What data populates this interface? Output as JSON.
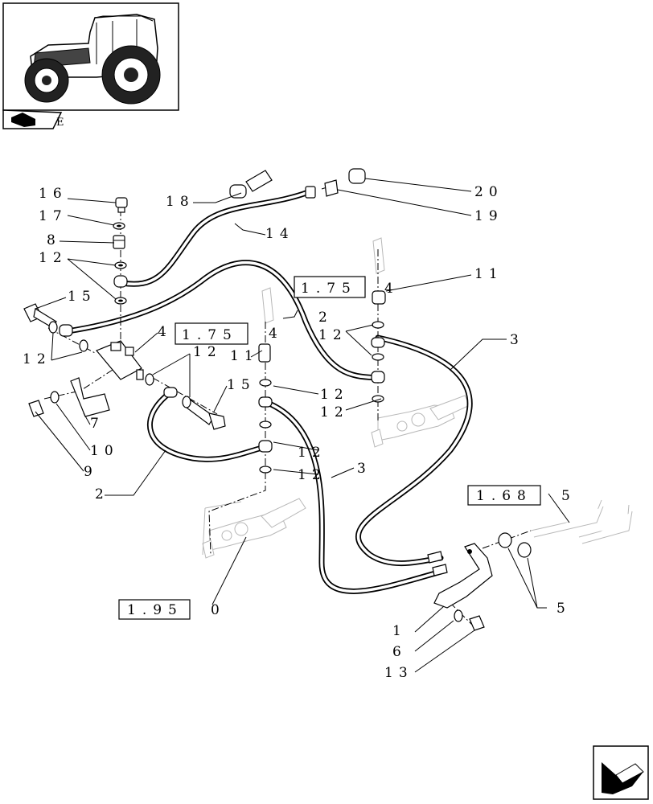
{
  "diagram": {
    "page_tab": {
      "label": "E"
    },
    "callouts": [
      {
        "id": "c16",
        "text": "16"
      },
      {
        "id": "c17",
        "text": "17"
      },
      {
        "id": "c8",
        "text": "8"
      },
      {
        "id": "c12a",
        "text": "12"
      },
      {
        "id": "c15a",
        "text": "15"
      },
      {
        "id": "c12b",
        "text": "12"
      },
      {
        "id": "c4a",
        "text": "4"
      },
      {
        "id": "c12c",
        "text": "12"
      },
      {
        "id": "c11a",
        "text": "11"
      },
      {
        "id": "c15b",
        "text": "15"
      },
      {
        "id": "c7",
        "text": "7"
      },
      {
        "id": "c10",
        "text": "10"
      },
      {
        "id": "c9",
        "text": "9"
      },
      {
        "id": "c2a",
        "text": "2"
      },
      {
        "id": "c18",
        "text": "18"
      },
      {
        "id": "c14",
        "text": "14"
      },
      {
        "id": "c20",
        "text": "20"
      },
      {
        "id": "c19",
        "text": "19"
      },
      {
        "id": "c11b",
        "text": "11"
      },
      {
        "id": "c2b",
        "text": "2"
      },
      {
        "id": "c12d",
        "text": "12"
      },
      {
        "id": "c3a",
        "text": "3"
      },
      {
        "id": "c12e",
        "text": "12"
      },
      {
        "id": "c12f",
        "text": "12"
      },
      {
        "id": "c12g",
        "text": "12"
      },
      {
        "id": "c12h",
        "text": "12"
      },
      {
        "id": "c3b",
        "text": "3"
      },
      {
        "id": "c5a",
        "text": "5"
      },
      {
        "id": "c5b",
        "text": "5"
      },
      {
        "id": "c1",
        "text": "1"
      },
      {
        "id": "c6",
        "text": "6"
      },
      {
        "id": "c13",
        "text": "13"
      },
      {
        "id": "c0",
        "text": "0"
      }
    ],
    "references": [
      {
        "id": "r1",
        "box": "1.75",
        "suffix": "4"
      },
      {
        "id": "r2",
        "box": "1.75",
        "suffix": "4"
      },
      {
        "id": "r3",
        "box": "1.68",
        "suffix": "5"
      },
      {
        "id": "r4",
        "box": "1.95",
        "suffix": "0"
      }
    ]
  }
}
